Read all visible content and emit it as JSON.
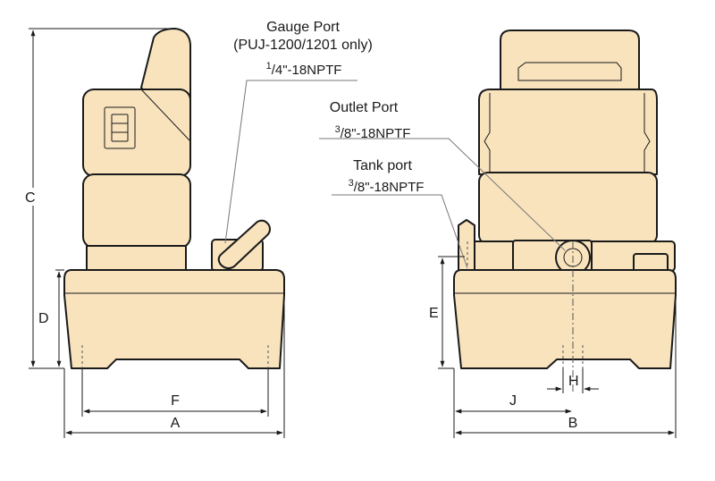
{
  "callouts": {
    "gauge_port": {
      "title": "Gauge Port",
      "note": "(PUJ-1200/1201 only)",
      "size_sup": "1",
      "size_rest": "/4\"-18NPTF"
    },
    "outlet_port": {
      "title": "Outlet Port",
      "size_sup": "3",
      "size_rest": "/8\"-18NPTF"
    },
    "tank_port": {
      "title": "Tank port",
      "size_sup": "3",
      "size_rest": "/8\"-18NPTF"
    }
  },
  "dimensions": {
    "A": "A",
    "B": "B",
    "C": "C",
    "D": "D",
    "E": "E",
    "F": "F",
    "H": "H",
    "J": "J"
  },
  "colors": {
    "body_fill": "#f8e3bd",
    "outline": "#1a1a1a"
  }
}
